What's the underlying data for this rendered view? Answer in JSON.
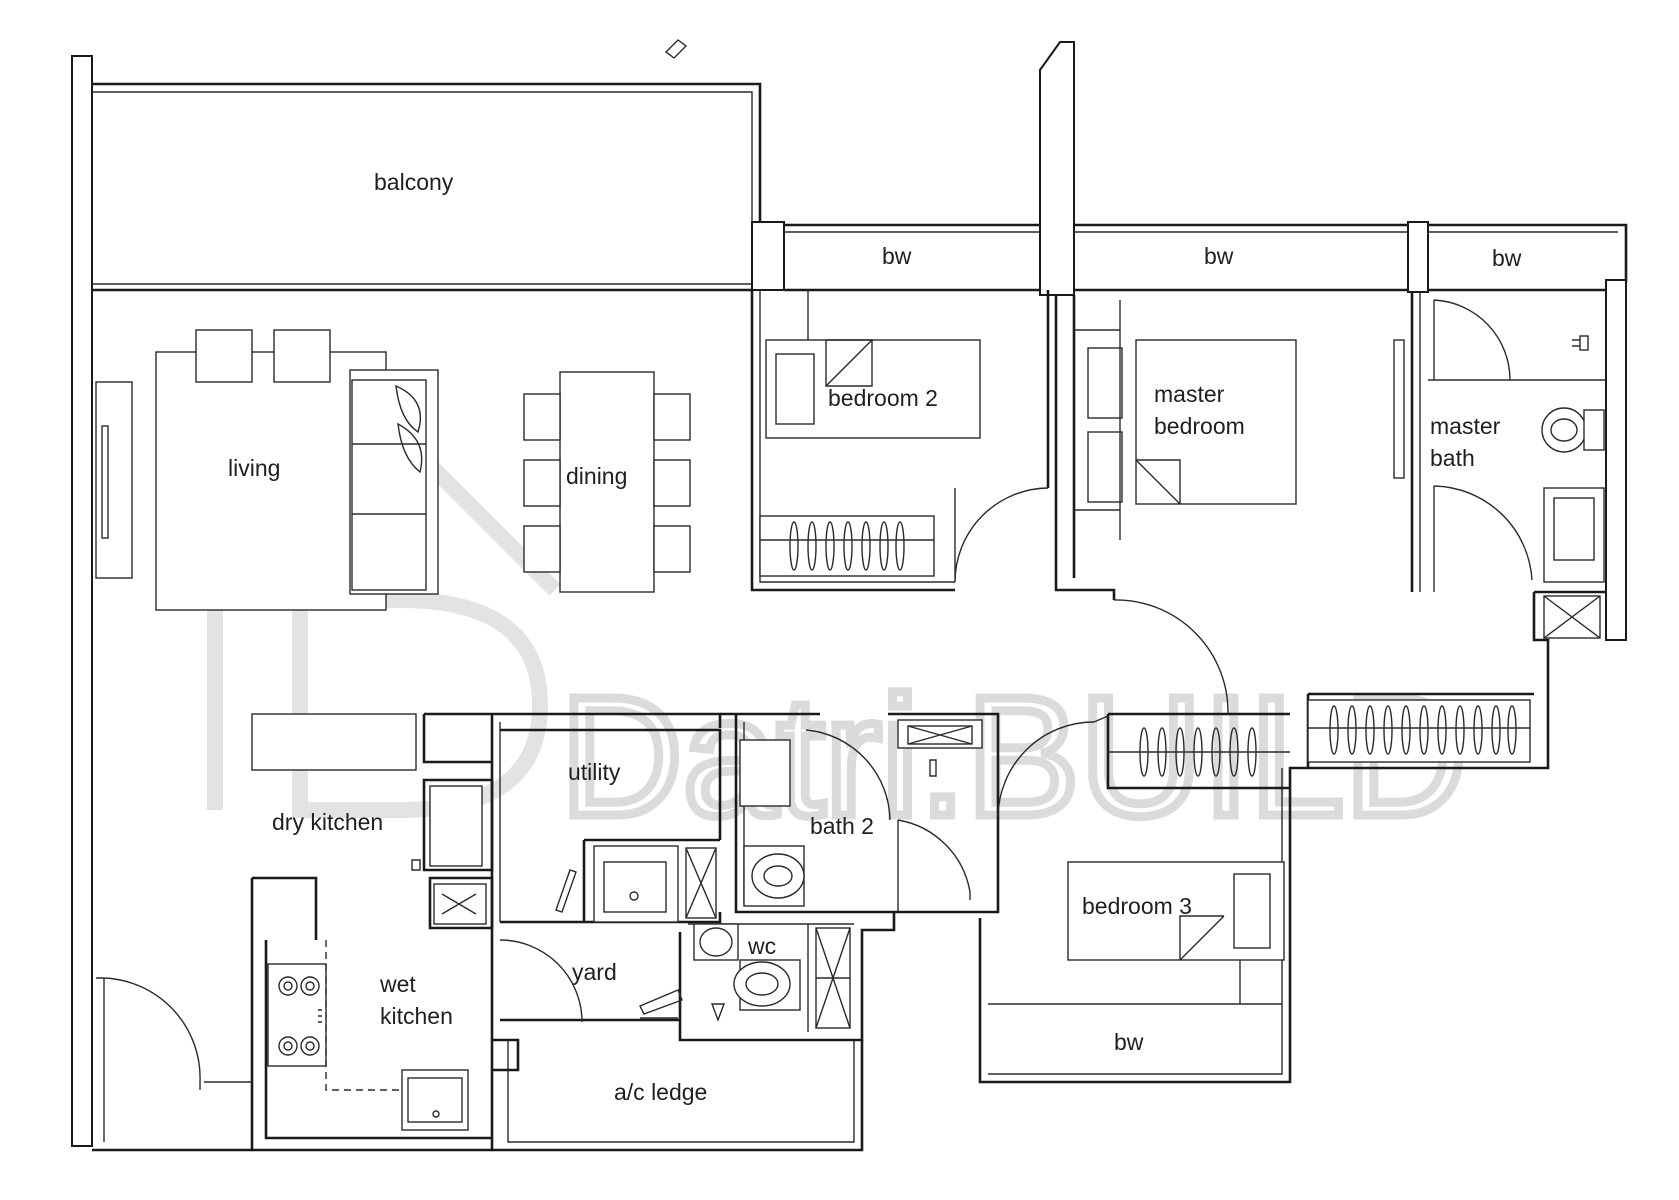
{
  "rooms": {
    "balcony": "balcony",
    "bw_bedroom2": "bw",
    "bw_master": "bw",
    "bw_master_bath": "bw",
    "living": "living",
    "dining": "dining",
    "bedroom2": "bedroom 2",
    "master_bedroom_line1": "master",
    "master_bedroom_line2": "bedroom",
    "master_bath_line1": "master",
    "master_bath_line2": "bath",
    "utility": "utility",
    "dry_kitchen": "dry kitchen",
    "bath2": "bath 2",
    "wc": "wc",
    "yard": "yard",
    "wet_kitchen_line1": "wet",
    "wet_kitchen_line2": "kitchen",
    "ac_ledge": "a/c ledge",
    "bedroom3": "bedroom 3",
    "bw_bedroom3": "bw"
  },
  "watermark": {
    "text": "Datri.BUILD",
    "color": "#d0d0d0"
  },
  "colors": {
    "wall": "#1a1a1a",
    "background": "#ffffff"
  }
}
